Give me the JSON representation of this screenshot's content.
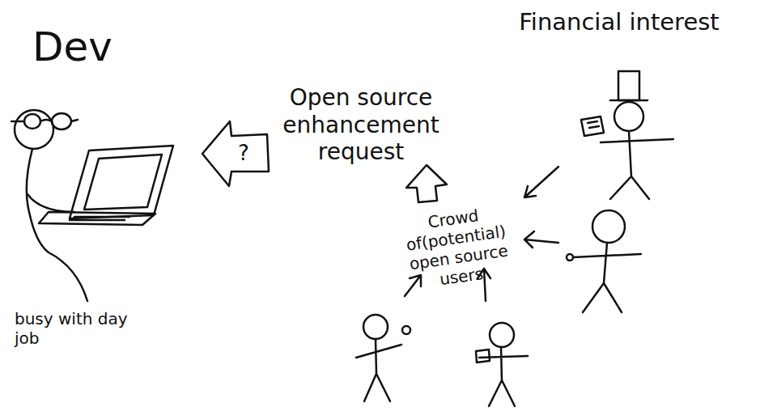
{
  "diagram": {
    "nodes": [
      {
        "text": [
          "?"
        ]
      }
    ],
    "labels": [
      "Dev",
      "busy with day job",
      "Open source enhancement request",
      "Crowd of(potential) open source users",
      "Financial interest"
    ]
  }
}
